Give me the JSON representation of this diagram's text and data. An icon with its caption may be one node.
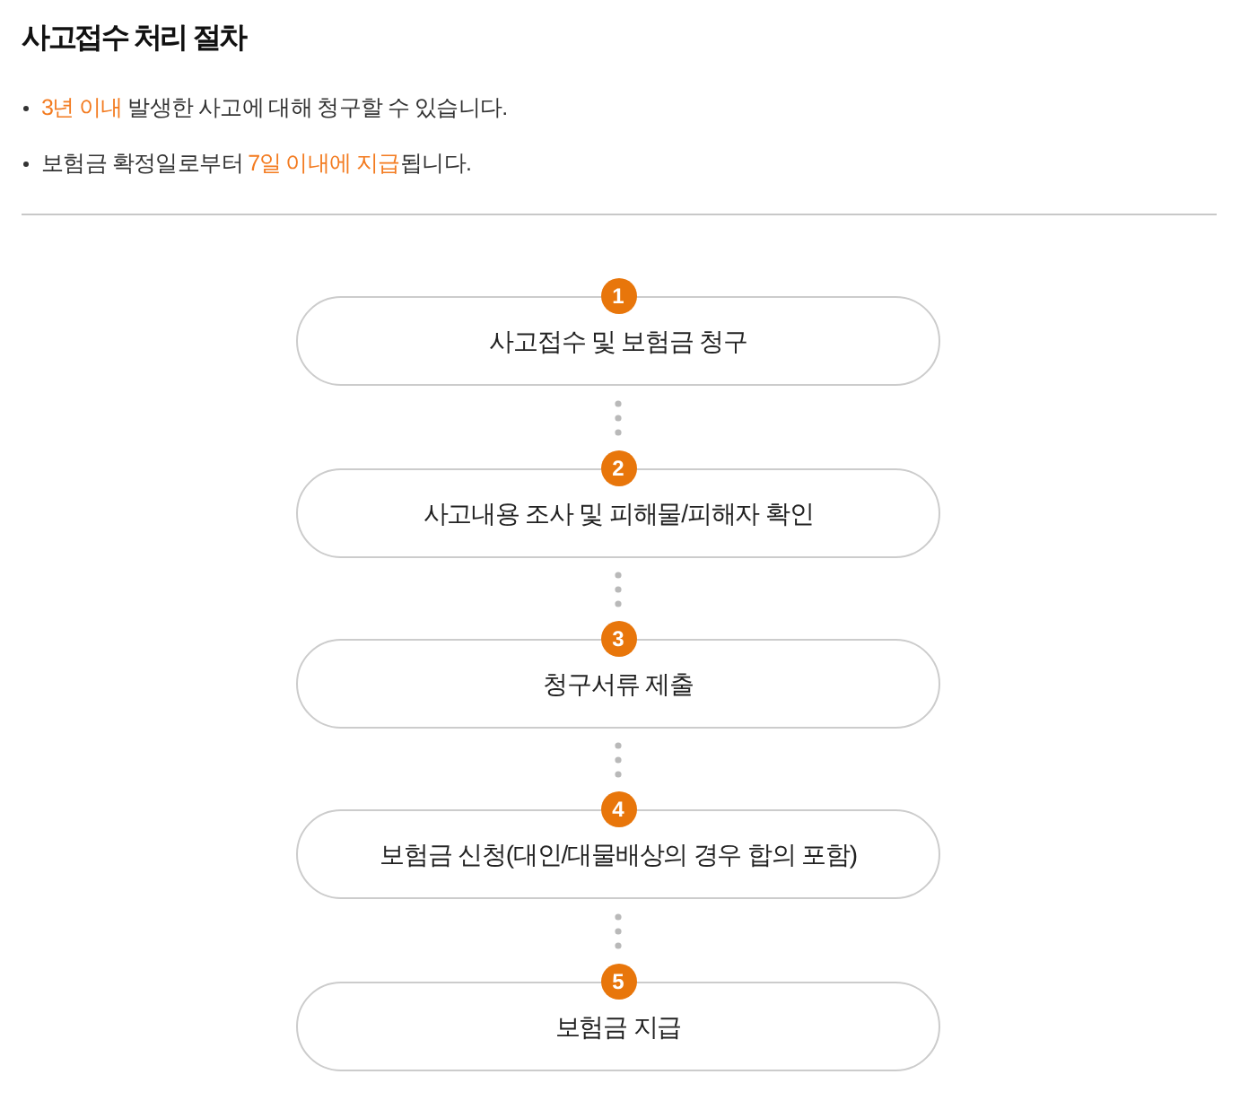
{
  "diagram": {
    "title": "사고접수 처리 절차",
    "nodes": [
      {
        "text": [
          "1",
          "사고접수 및 보험금 청구"
        ]
      },
      {
        "text": [
          "2",
          "사고내용 조사 및 피해물/피해자 확인"
        ]
      },
      {
        "text": [
          "3",
          "청구서류 제출"
        ]
      },
      {
        "text": [
          "4",
          "보험금 신청(대인/대물배상의 경우 합의 포함)"
        ]
      },
      {
        "text": [
          "5",
          "보험금 지급"
        ]
      }
    ],
    "edges": [
      {
        "from": 0,
        "to": 1,
        "arrow": "none",
        "style": "dashed"
      },
      {
        "from": 1,
        "to": 2,
        "arrow": "none",
        "style": "dashed"
      },
      {
        "from": 2,
        "to": 3,
        "arrow": "none",
        "style": "dashed"
      },
      {
        "from": 3,
        "to": 4,
        "arrow": "none",
        "style": "dashed"
      }
    ],
    "labels": [
      "**3년 이내** 발생한 사고에 대해 청구할 수 있습니다.",
      "보험금 확정일로부터 **7일 이내에 지급**됩니다."
    ]
  }
}
